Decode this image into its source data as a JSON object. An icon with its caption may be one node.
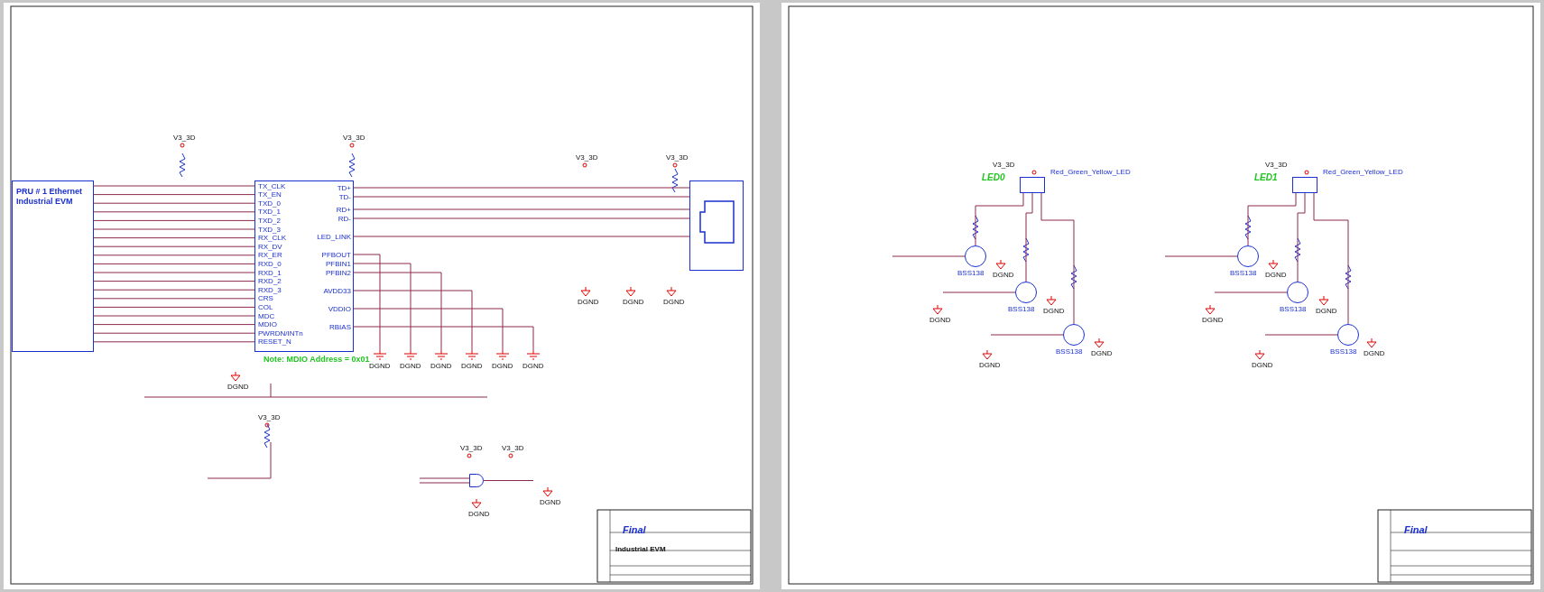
{
  "diagram": {
    "nodes": [
      {
        "text": [
          "PRU # 1 Ethernet Industrial EVM"
        ]
      },
      {
        "text": [],
        "shape": "box",
        "beside": [
          "Note: MDIO Address = 0x01"
        ]
      },
      {
        "text": [],
        "shape": "box"
      },
      {
        "text": [],
        "shape": "gate"
      },
      {
        "text": [],
        "shape": "box",
        "beside": [
          "LED0",
          "Red_Green_Yellow_LED"
        ]
      },
      {
        "text": [],
        "shape": "box",
        "beside": [
          "LED1",
          "Red_Green_Yellow_LED"
        ]
      },
      {
        "text": [],
        "shape": "circle",
        "beside": [
          "BSS138"
        ]
      },
      {
        "text": [],
        "shape": "circle",
        "beside": [
          "BSS138"
        ]
      },
      {
        "text": [],
        "shape": "circle",
        "beside": [
          "BSS138"
        ]
      },
      {
        "text": [],
        "shape": "circle",
        "beside": [
          "BSS138"
        ]
      },
      {
        "text": [],
        "shape": "circle",
        "beside": [
          "BSS138"
        ]
      },
      {
        "text": [],
        "shape": "circle",
        "beside": [
          "BSS138"
        ]
      },
      {
        "text": [
          "DGND"
        ]
      },
      {
        "text": [
          "DGND"
        ]
      },
      {
        "text": [
          "DGND"
        ]
      },
      {
        "text": [
          "DGND"
        ]
      },
      {
        "text": [
          "DGND"
        ]
      },
      {
        "text": [
          "DGND"
        ]
      }
    ],
    "edges": [
      {
        "from": 0,
        "to": 1,
        "arrow": "none"
      },
      {
        "from": 0,
        "to": 1,
        "arrow": "none"
      },
      {
        "from": 0,
        "to": 1,
        "arrow": "none"
      },
      {
        "from": 0,
        "to": 1,
        "arrow": "none"
      },
      {
        "from": 0,
        "to": 1,
        "arrow": "none"
      },
      {
        "from": 0,
        "to": 1,
        "arrow": "none"
      },
      {
        "from": 0,
        "to": 1,
        "arrow": "none"
      },
      {
        "from": 0,
        "to": 1,
        "arrow": "none"
      },
      {
        "from": 0,
        "to": 1,
        "arrow": "none"
      },
      {
        "from": 0,
        "to": 1,
        "arrow": "none"
      },
      {
        "from": 0,
        "to": 1,
        "arrow": "none"
      },
      {
        "from": 0,
        "to": 1,
        "arrow": "none"
      },
      {
        "from": 0,
        "to": 1,
        "arrow": "none"
      },
      {
        "from": 0,
        "to": 1,
        "arrow": "none"
      },
      {
        "from": 0,
        "to": 1,
        "arrow": "none"
      },
      {
        "from": 0,
        "to": 1,
        "arrow": "none"
      },
      {
        "from": 0,
        "to": 1,
        "arrow": "none"
      },
      {
        "from": 0,
        "to": 1,
        "arrow": "none"
      },
      {
        "from": 0,
        "to": 1,
        "arrow": "none"
      },
      {
        "from": 1,
        "to": 2,
        "arrow": "none"
      },
      {
        "from": 1,
        "to": 2,
        "arrow": "none"
      },
      {
        "from": 1,
        "to": 2,
        "arrow": "none"
      },
      {
        "from": 1,
        "to": 2,
        "arrow": "none"
      },
      {
        "from": 1,
        "to": 2,
        "arrow": "none"
      },
      {
        "from": 1,
        "to": 12,
        "arrow": "none"
      },
      {
        "from": 1,
        "to": 13,
        "arrow": "none"
      },
      {
        "from": 1,
        "to": 14,
        "arrow": "none"
      },
      {
        "from": 1,
        "to": 15,
        "arrow": "none"
      },
      {
        "from": 1,
        "to": 16,
        "arrow": "none"
      },
      {
        "from": 1,
        "to": 17,
        "arrow": "none"
      },
      {
        "from": 4,
        "to": 6,
        "arrow": "none"
      },
      {
        "from": 4,
        "to": 7,
        "arrow": "none"
      },
      {
        "from": 4,
        "to": 8,
        "arrow": "none"
      },
      {
        "from": 5,
        "to": 9,
        "arrow": "none"
      },
      {
        "from": 5,
        "to": 10,
        "arrow": "none"
      },
      {
        "from": 5,
        "to": 11,
        "arrow": "none"
      },
      {
        "from": null,
        "to": 6,
        "arrow": "none"
      },
      {
        "from": null,
        "to": 7,
        "arrow": "none"
      },
      {
        "from": null,
        "to": 8,
        "arrow": "none"
      },
      {
        "from": null,
        "to": 9,
        "arrow": "none"
      },
      {
        "from": null,
        "to": 10,
        "arrow": "none"
      },
      {
        "from": null,
        "to": 11,
        "arrow": "none"
      },
      {
        "from": null,
        "to": 3,
        "arrow": "none"
      },
      {
        "from": null,
        "to": 3,
        "arrow": "none"
      },
      {
        "from": 3,
        "to": null,
        "arrow": "none"
      }
    ],
    "labels": [
      "TX_CLK",
      "TX_EN",
      "TXD_0",
      "TXD_1",
      "TXD_2",
      "TXD_3",
      "RX_CLK",
      "RX_DV",
      "RX_ER",
      "RXD_0",
      "RXD_1",
      "RXD_2",
      "RXD_3",
      "CRS",
      "COL",
      "MDC",
      "MDIO",
      "PWRDN/INTn",
      "RESET_N",
      "TD+",
      "TD-",
      "RD+",
      "RD-",
      "LED_LINK",
      "PFBOUT",
      "PFBIN1",
      "PFBIN2",
      "AVDD33",
      "VDDIO",
      "RBIAS",
      "V3_3D",
      "V3_3D",
      "V3_3D",
      "V3_3D",
      "V3_3D",
      "V3_3D",
      "V3_3D",
      "V3_3D",
      "V3_3D",
      "DGND",
      "DGND",
      "DGND",
      "DGND",
      "DGND",
      "DGND",
      "DGND",
      "DGND",
      "DGND",
      "DGND",
      "DGND",
      "DGND",
      "DGND",
      "DGND",
      "DGND",
      "DGND",
      "Final",
      "Industrial EVM",
      "Final"
    ]
  }
}
